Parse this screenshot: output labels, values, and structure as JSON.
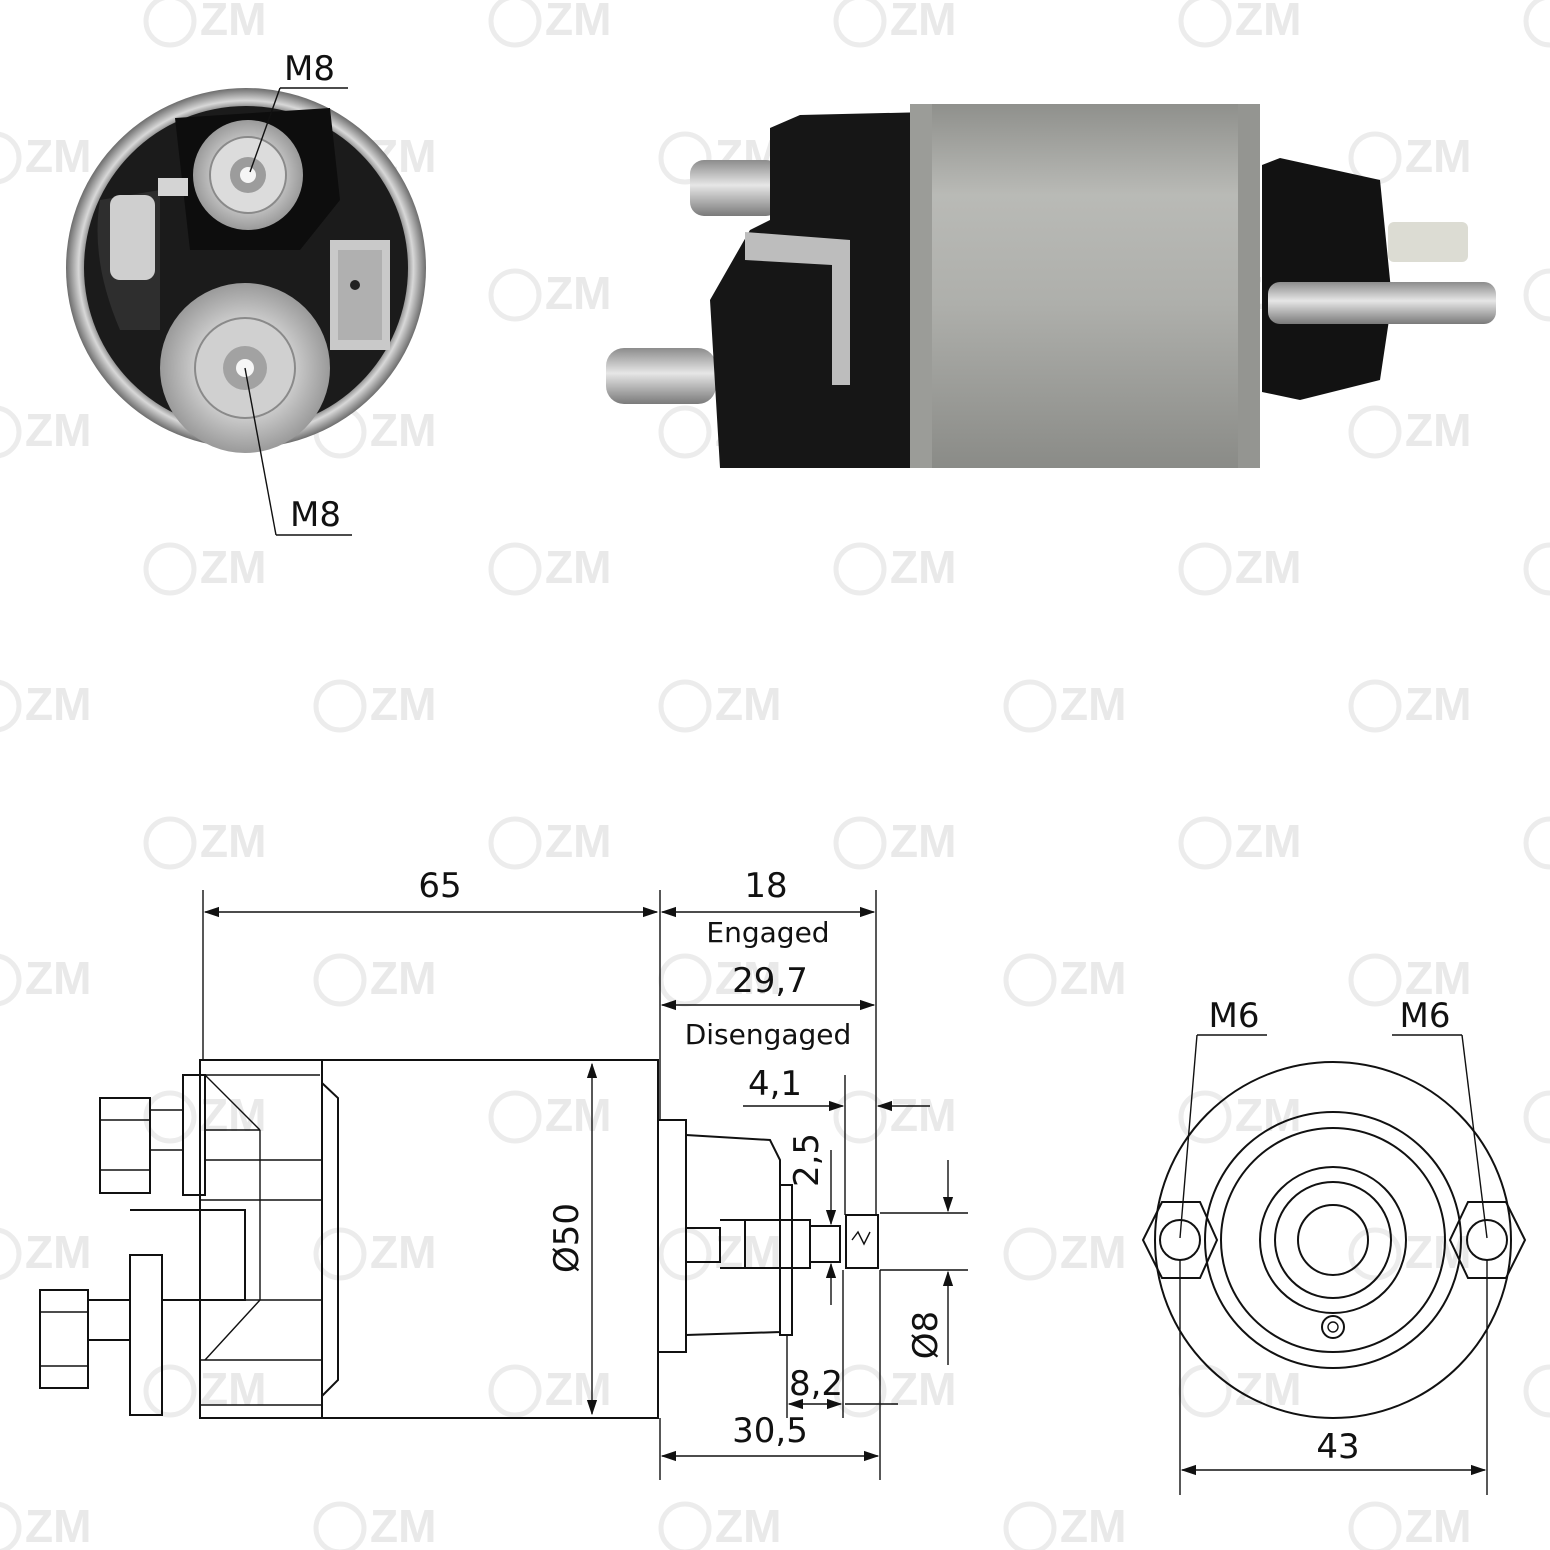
{
  "watermark": {
    "brand": "ZM"
  },
  "photos": {
    "end_view_top_label": "M8",
    "end_view_bottom_label": "M8"
  },
  "side_drawing": {
    "dim_body_length": "65",
    "dim_engaged_value": "18",
    "dim_engaged_label": "Engaged",
    "dim_disengaged_value": "29,7",
    "dim_disengaged_label": "Disengaged",
    "dim_4_1": "4,1",
    "dim_2_5": "2,5",
    "dim_diameter_body": "Ø50",
    "dim_diameter_shaft": "Ø8",
    "dim_8_2": "8,2",
    "dim_30_5": "30,5"
  },
  "end_drawing": {
    "left_thread": "M6",
    "right_thread": "M6",
    "hole_spacing": "43"
  },
  "colors": {
    "line": "#111111",
    "housing_silver": "#a9aaa6",
    "cap_black": "#141414",
    "watermark": "#e9e9e9"
  }
}
